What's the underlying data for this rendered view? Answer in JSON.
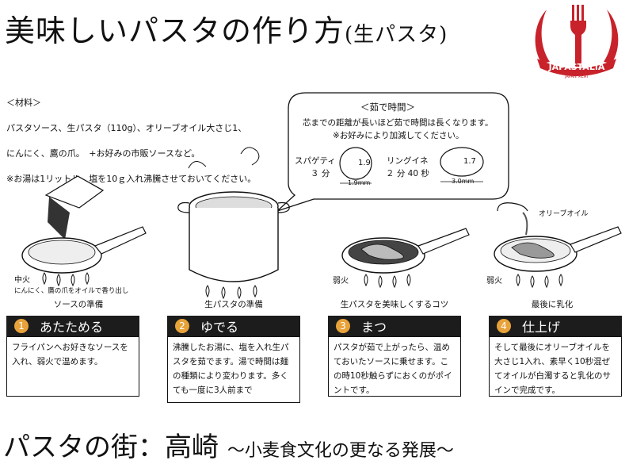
{
  "title": {
    "main": "美味しいパスタの作り方",
    "sub": "(生パスタ)"
  },
  "logo": {
    "name": "JAPASTALIA",
    "tagline": "JAPAN MEAT"
  },
  "materials": {
    "heading": "＜材料＞",
    "line1": "パスタソース、生パスタ（110g）、オリーブオイル大さじ1、",
    "line2": "にんにく、鷹の爪。　+お好みの市販ソースなど。",
    "line3": "※お湯は1リットル、塩を10ｇ入れ沸騰させておいてください。"
  },
  "bubble": {
    "title": "＜茹で時間＞",
    "line1": "芯までの距離が長いほど茹で時間は長くなります。",
    "line2": "※お好みにより加減してください。",
    "spaghetti": {
      "name": "スパゲティ",
      "time": "３ 分",
      "thickness": "1.9",
      "width": "1.9mm"
    },
    "linguine": {
      "name": "リングイネ",
      "time": "２ 分 40 秒",
      "thickness": "1.7",
      "width": "3.0mm"
    }
  },
  "illustrations": {
    "heat1": "中火",
    "heat1_note": "にんにく、鷹の爪をオイルで香り出し",
    "heat3": "弱火",
    "heat4": "弱火",
    "olive_oil": "オリーブオイル",
    "cap1": "ソースの準備",
    "cap2": "生パスタの準備",
    "cap3": "生パスタを美味しくするコツ",
    "cap4": "最後に乳化"
  },
  "steps": [
    {
      "num": "1",
      "title": "あたためる",
      "text": "フライパンへお好きなソースを入れ、弱火で温めます。"
    },
    {
      "num": "2",
      "title": "ゆでる",
      "text": "沸騰したお湯に、塩を入れ生パスタを茹でます。湯で時間は麺の種類により変わります。多くても一度に3人前まで"
    },
    {
      "num": "3",
      "title": "まつ",
      "text": "パスタが茹で上がったら、温めておいたソースに乗せます。この時10秒触らずにおくのがポイントです。"
    },
    {
      "num": "4",
      "title": "仕上げ",
      "text": "そして最後にオリーブオイルを大さじ1入れ、素早く10秒混ぜてオイルが白濁すると乳化のサインで完成です。"
    }
  ],
  "bottom": {
    "main": "パスタの街：高崎",
    "sub": "～小麦食文化の更なる発展～"
  },
  "colors": {
    "logo_red": "#c8222b",
    "step_number": "#e8a23a",
    "header_bg": "#1c1c1c"
  }
}
